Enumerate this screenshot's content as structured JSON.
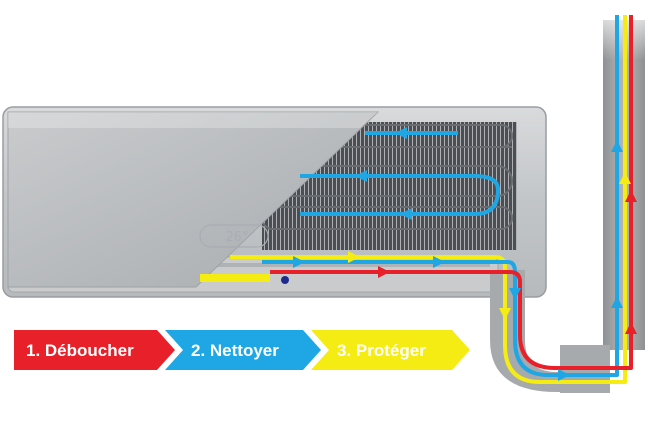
{
  "unit_display": {
    "readout": "26°"
  },
  "steps": [
    {
      "label": "1. Déboucher",
      "color": "#e8202a"
    },
    {
      "label": "2. Nettoyer",
      "color": "#1ea7e4"
    },
    {
      "label": "3. Protéger",
      "color": "#f4ec12"
    }
  ],
  "flow_colors": {
    "red": "#e8202a",
    "blue": "#1ea7e4",
    "yellow": "#f4ec12"
  }
}
